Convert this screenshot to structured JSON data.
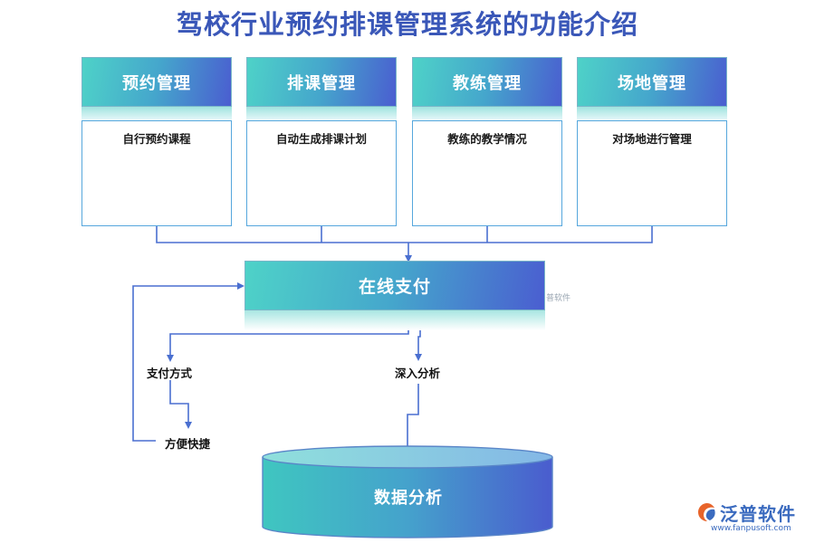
{
  "title": "驾校行业预约排课管理系统的功能介绍",
  "modules": [
    {
      "name": "预约管理",
      "desc": "自行预约课程"
    },
    {
      "name": "排课管理",
      "desc": "自动生成排课计划"
    },
    {
      "name": "教练管理",
      "desc": "教练的教学情况"
    },
    {
      "name": "场地管理",
      "desc": "对场地进行管理"
    }
  ],
  "payment": {
    "label": "在线支付",
    "watermark": "普软件"
  },
  "branches": {
    "pay_method": "支付方式",
    "deep_analysis": "深入分析",
    "convenient": "方便快捷"
  },
  "database": {
    "label": "数据分析"
  },
  "brand": {
    "name": "泛普软件",
    "url": "www.fanpusoft.com",
    "icon": "fanpu-logo-icon"
  },
  "colors": {
    "title": "#3a57b8",
    "gradient_start": "#4ed2c8",
    "gradient_end": "#4a5ed0",
    "connector": "#4a6fd0",
    "card_border": "#56a7dd"
  }
}
